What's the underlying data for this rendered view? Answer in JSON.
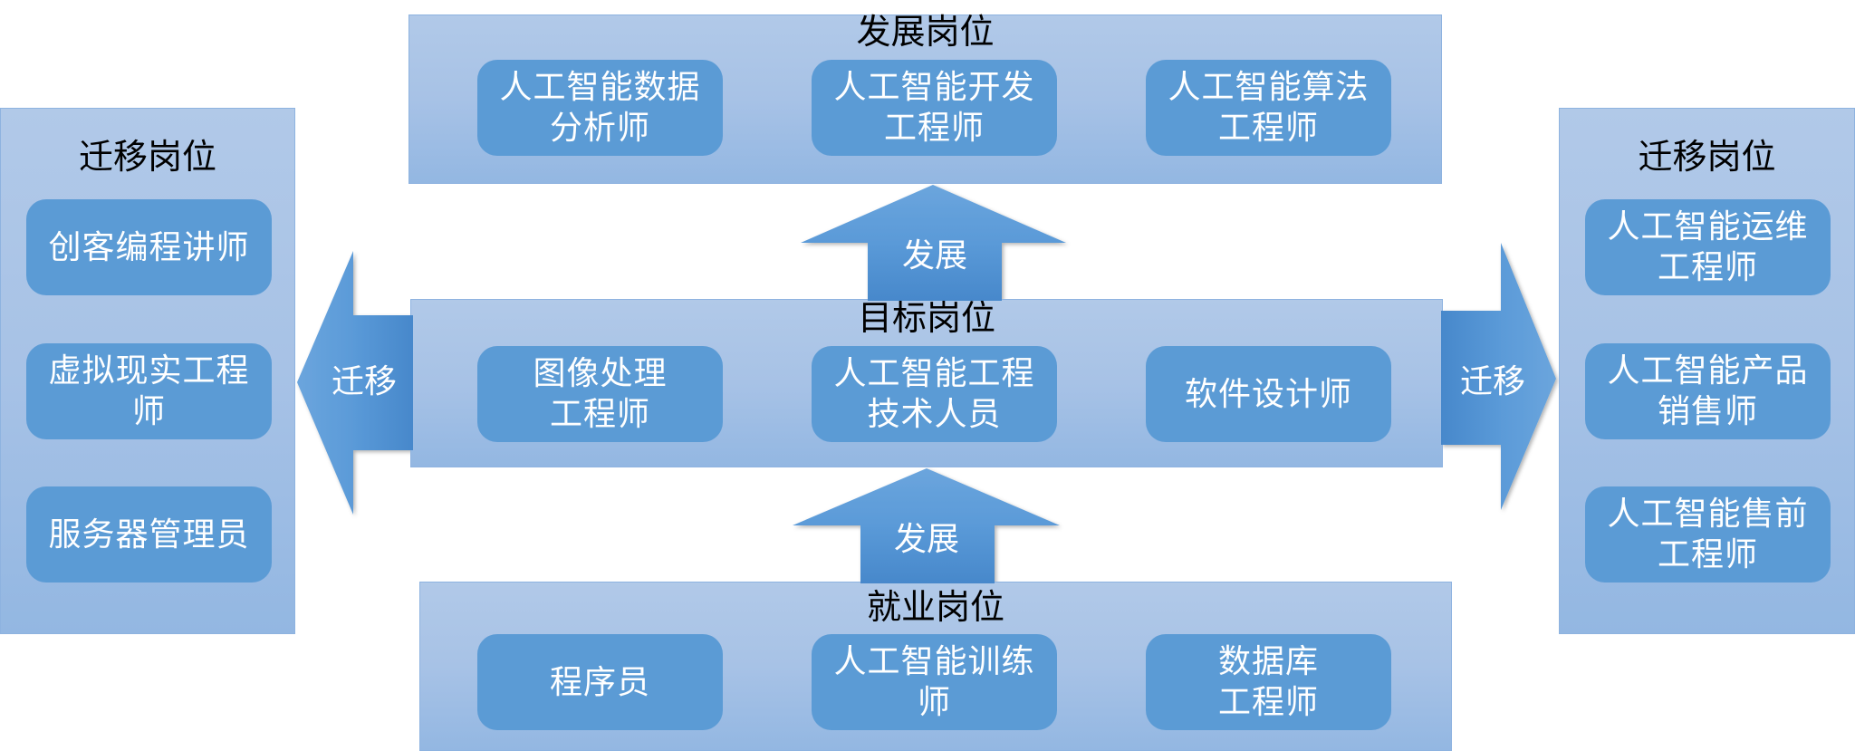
{
  "colors": {
    "panel_top": "#b1c9e8",
    "panel_bottom": "#93b7e2",
    "item_fill": "#5b9bd5",
    "arrow_light": "#6ba5dd",
    "arrow_dark": "#4788cb",
    "item_text": "#ffffff",
    "title_text": "#000000"
  },
  "development": {
    "title": "发展岗位",
    "items": [
      {
        "line1": "人工智能数据",
        "line2": "分析师"
      },
      {
        "line1": "人工智能开发",
        "line2": "工程师"
      },
      {
        "line1": "人工智能算法",
        "line2": "工程师"
      }
    ]
  },
  "target": {
    "title": "目标岗位",
    "items": [
      {
        "line1": "图像处理",
        "line2": "工程师"
      },
      {
        "line1": "人工智能工程",
        "line2": "技术人员"
      },
      {
        "line1": "软件设计师",
        "line2": ""
      }
    ]
  },
  "employment": {
    "title": "就业岗位",
    "items": [
      {
        "line1": "程序员",
        "line2": ""
      },
      {
        "line1": "人工智能训练",
        "line2": "师"
      },
      {
        "line1": "数据库",
        "line2": "工程师"
      }
    ]
  },
  "transfer_left": {
    "title": "迁移岗位",
    "items": [
      {
        "line1": "创客编程讲师",
        "line2": ""
      },
      {
        "line1": "虚拟现实工程",
        "line2": "师"
      },
      {
        "line1": "服务器管理员",
        "line2": ""
      }
    ]
  },
  "transfer_right": {
    "title": "迁移岗位",
    "items": [
      {
        "line1": "人工智能运维",
        "line2": "工程师"
      },
      {
        "line1": "人工智能产品",
        "line2": "销售师"
      },
      {
        "line1": "人工智能售前",
        "line2": "工程师"
      }
    ]
  },
  "arrows": {
    "up_top": "发展",
    "up_bottom": "发展",
    "left": "迁移",
    "right": "迁移"
  }
}
